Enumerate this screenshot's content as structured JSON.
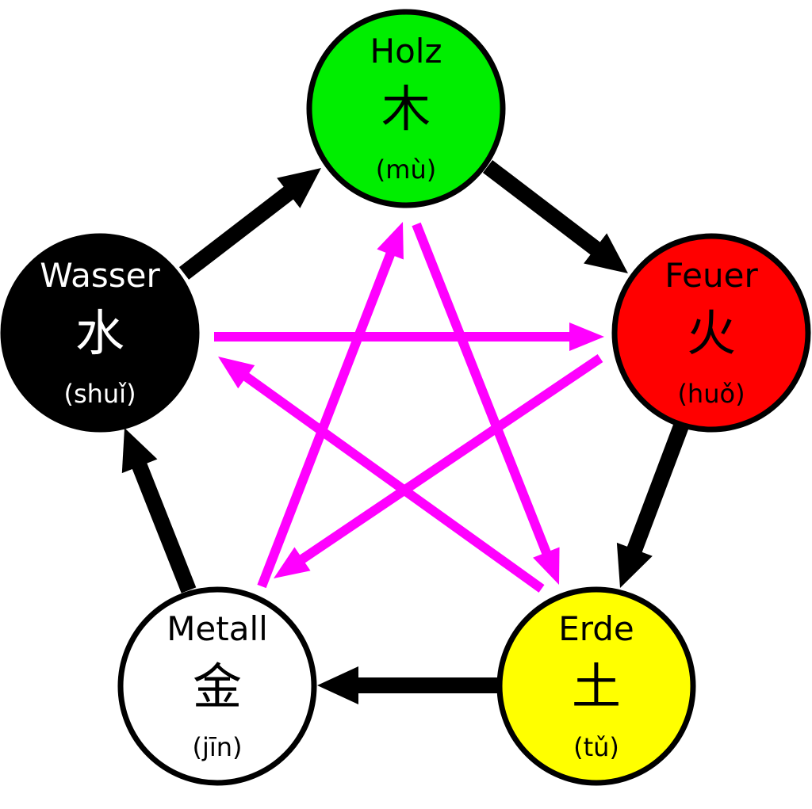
{
  "title": "Wu Xing – Five Elements cycle",
  "colors": {
    "generating_arrow": "#000000",
    "controlling_arrow": "#ff00ff",
    "circle_stroke": "#000000"
  },
  "elements": [
    {
      "id": "holz",
      "name": "Holz",
      "hanzi": "木",
      "pinyin": "(mù)",
      "fill": "#00ee00",
      "text_color": "#000000"
    },
    {
      "id": "feuer",
      "name": "Feuer",
      "hanzi": "火",
      "pinyin": "(huǒ)",
      "fill": "#ff0000",
      "text_color": "#000000"
    },
    {
      "id": "erde",
      "name": "Erde",
      "hanzi": "土",
      "pinyin": "(tǔ)",
      "fill": "#ffff00",
      "text_color": "#000000"
    },
    {
      "id": "metall",
      "name": "Metall",
      "hanzi": "金",
      "pinyin": "(jīn)",
      "fill": "#ffffff",
      "text_color": "#000000"
    },
    {
      "id": "wasser",
      "name": "Wasser",
      "hanzi": "水",
      "pinyin": "(shuǐ)",
      "fill": "#000000",
      "text_color": "#ffffff"
    }
  ],
  "generating_cycle": [
    {
      "from": "wasser",
      "to": "holz"
    },
    {
      "from": "holz",
      "to": "feuer"
    },
    {
      "from": "feuer",
      "to": "erde"
    },
    {
      "from": "erde",
      "to": "metall"
    },
    {
      "from": "metall",
      "to": "wasser"
    }
  ],
  "controlling_cycle": [
    {
      "from": "wasser",
      "to": "feuer"
    },
    {
      "from": "feuer",
      "to": "metall"
    },
    {
      "from": "metall",
      "to": "holz"
    },
    {
      "from": "holz",
      "to": "erde"
    },
    {
      "from": "erde",
      "to": "wasser"
    }
  ]
}
